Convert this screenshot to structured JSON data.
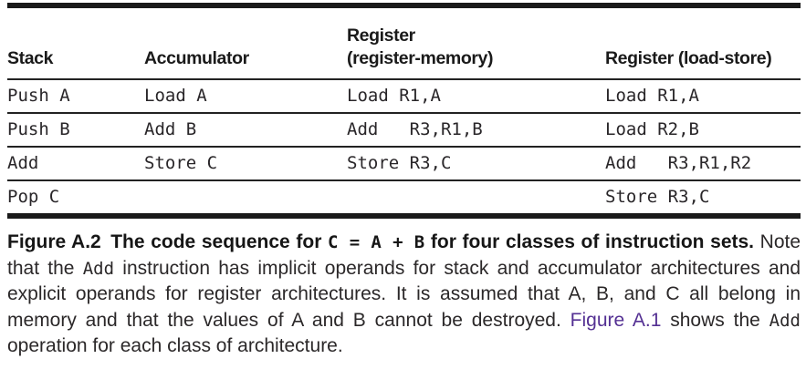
{
  "table": {
    "columns": [
      {
        "label": "Stack"
      },
      {
        "label": "Accumulator"
      },
      {
        "label": "Register\n(register-memory)"
      },
      {
        "label": "Register (load-store)"
      }
    ],
    "rows": [
      {
        "cells": [
          "Push A",
          "Load A",
          "Load R1,A",
          "Load R1,A"
        ]
      },
      {
        "cells": [
          "Push B",
          "Add B",
          "Add   R3,R1,B",
          "Load R2,B"
        ]
      },
      {
        "cells": [
          "Add",
          "Store C",
          "Store R3,C",
          "Add   R3,R1,R2"
        ]
      },
      {
        "cells": [
          "Pop C",
          "",
          "",
          "Store R3,C"
        ]
      }
    ]
  },
  "caption": {
    "parts": [
      {
        "text": "Figure A.2"
      },
      {
        "text": " The code sequence for "
      },
      {
        "text": "C = A + B"
      },
      {
        "text": " for four classes of instruction sets. "
      },
      {
        "text": "Note that the "
      },
      {
        "text": "Add"
      },
      {
        "text": " instruction has implicit operands for stack and accumulator architectures and explicit operands for register architectures. It is assumed that A, B, and C all belong in memory and that the values of A and B cannot be destroyed. "
      },
      {
        "text": "Figure A.1"
      },
      {
        "text": " shows the "
      },
      {
        "text": "Add"
      },
      {
        "text": " operation for each class of architecture."
      }
    ]
  },
  "colors": {
    "rule_black": "#1a1a1a",
    "text_black": "#2b2829",
    "link_purple": "#543093"
  }
}
